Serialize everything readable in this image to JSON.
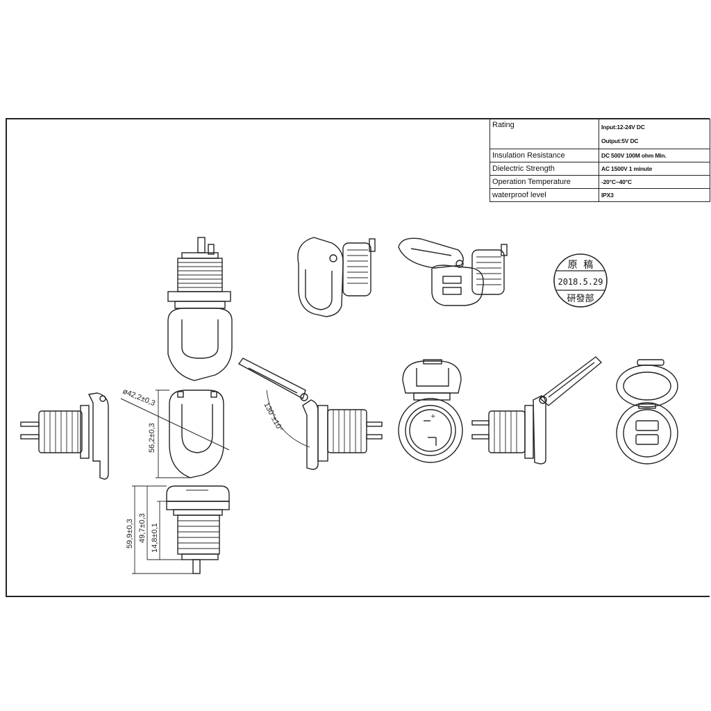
{
  "spec_table": {
    "rows": [
      {
        "label": "Rating",
        "values": [
          "Input:12-24V DC",
          "Output:5V DC"
        ]
      },
      {
        "label": "Insulation Resistance",
        "values": [
          "DC 500V 100M ohm Min."
        ]
      },
      {
        "label": "Dielectric Strength",
        "values": [
          "AC 1500V 1 minute"
        ]
      },
      {
        "label": "Operation Temperature",
        "values": [
          "-20°C~40°C"
        ]
      },
      {
        "label": "waterproof level",
        "values": [
          "IPX3"
        ]
      }
    ]
  },
  "dimensions": {
    "diameter": "ø42,2±0,3",
    "height": "56,2±0,3",
    "angle": "130°±10°",
    "total_length": "59,9±0,3",
    "thread_length": "49,7±0,3",
    "flange": "14,8±0,1"
  },
  "stamp": {
    "top": "原 稿",
    "date": "2018.5.29",
    "bottom": "研發部"
  }
}
